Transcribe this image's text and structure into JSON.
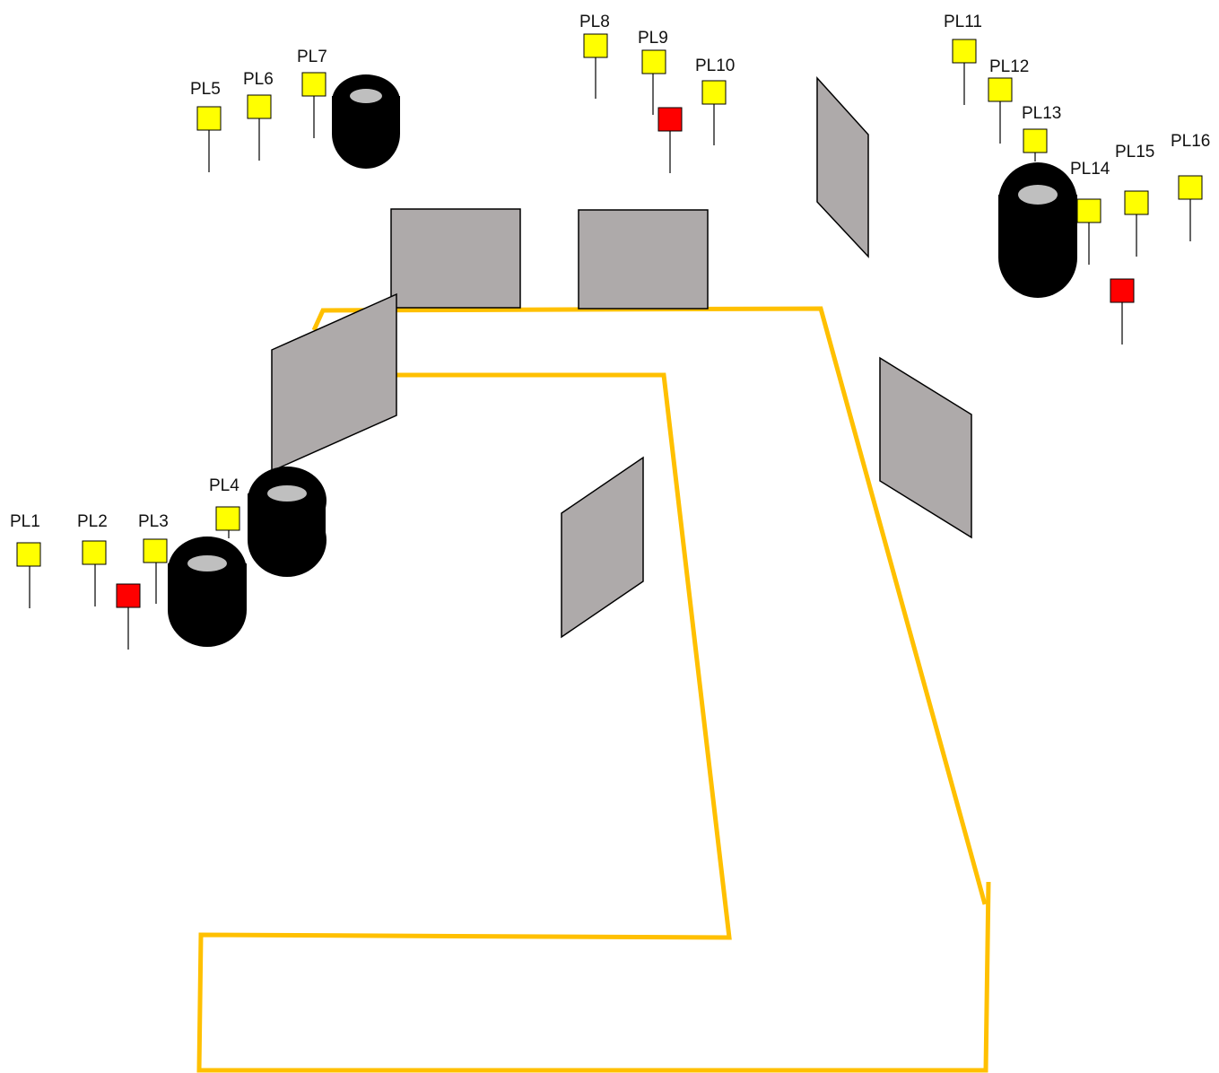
{
  "colors": {
    "track": "#FFC000",
    "panel_fill": "#AEAAAA",
    "panel_stroke": "#000000",
    "tire": "#000000",
    "tire_hole": "#BFBFBF",
    "marker_yellow": "#FFFF00",
    "marker_red": "#FF0000",
    "pole": "#000000"
  },
  "labels": {
    "pl1": "PL1",
    "pl2": "PL2",
    "pl3": "PL3",
    "pl4": "PL4",
    "pl5": "PL5",
    "pl6": "PL6",
    "pl7": "PL7",
    "pl8": "PL8",
    "pl9": "PL9",
    "pl10": "PL10",
    "pl11": "PL11",
    "pl12": "PL12",
    "pl13": "PL13",
    "pl14": "PL14",
    "pl15": "PL15",
    "pl16": "PL16"
  }
}
